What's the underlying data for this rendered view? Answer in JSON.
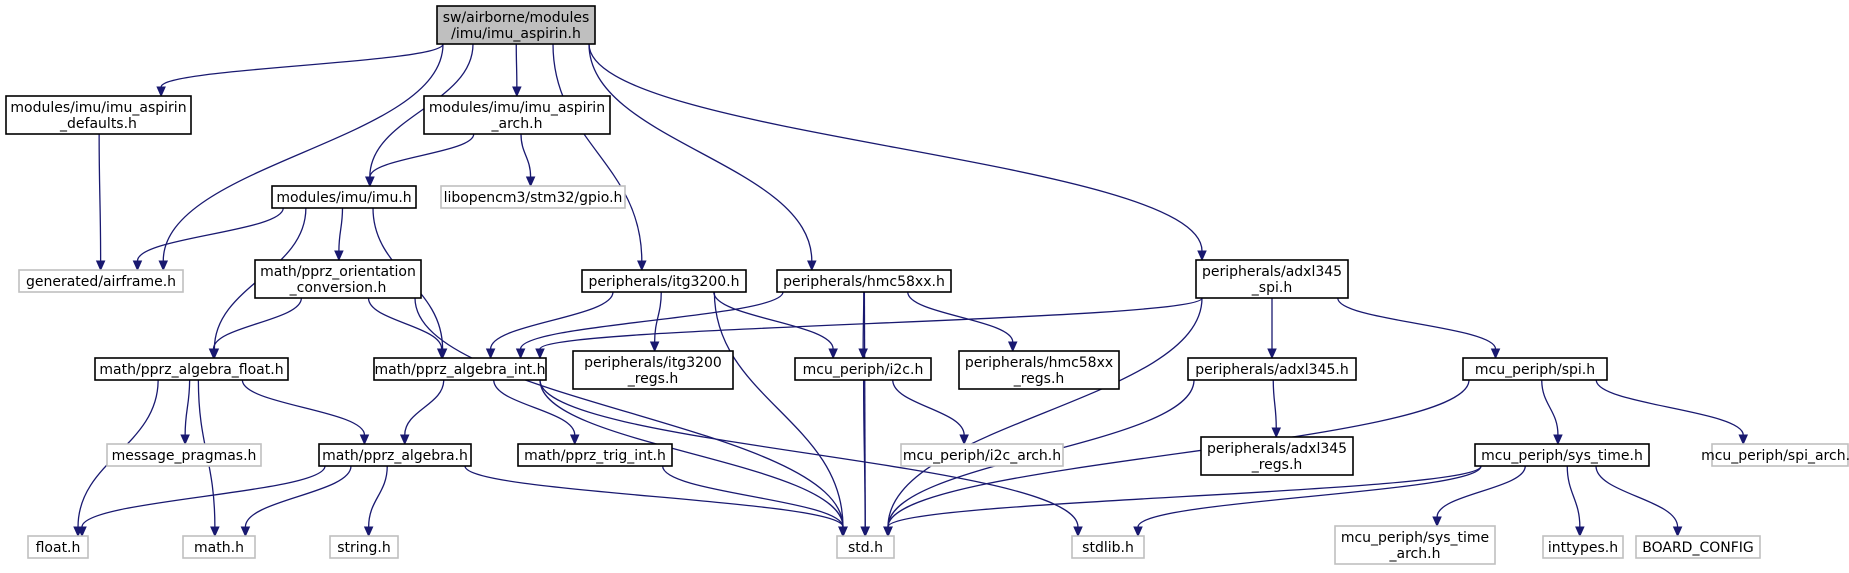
{
  "nodes": [
    {
      "id": "root",
      "lines": [
        "sw/airborne/modules",
        "/imu/imu_aspirin.h"
      ],
      "style": "root"
    },
    {
      "id": "defaults",
      "lines": [
        "modules/imu/imu_aspirin",
        "_defaults.h"
      ],
      "style": "solid"
    },
    {
      "id": "arch",
      "lines": [
        "modules/imu/imu_aspirin",
        "_arch.h"
      ],
      "style": "solid"
    },
    {
      "id": "imu",
      "lines": [
        "modules/imu/imu.h"
      ],
      "style": "solid"
    },
    {
      "id": "gpio",
      "lines": [
        "libopencm3/stm32/gpio.h"
      ],
      "style": "ghost"
    },
    {
      "id": "airframe",
      "lines": [
        "generated/airframe.h"
      ],
      "style": "ghost"
    },
    {
      "id": "orient",
      "lines": [
        "math/pprz_orientation",
        "_conversion.h"
      ],
      "style": "solid"
    },
    {
      "id": "itg",
      "lines": [
        "peripherals/itg3200.h"
      ],
      "style": "solid"
    },
    {
      "id": "hmc",
      "lines": [
        "peripherals/hmc58xx.h"
      ],
      "style": "solid"
    },
    {
      "id": "adxlspi",
      "lines": [
        "peripherals/adxl345",
        "_spi.h"
      ],
      "style": "solid"
    },
    {
      "id": "float",
      "lines": [
        "math/pprz_algebra_float.h"
      ],
      "style": "solid"
    },
    {
      "id": "int",
      "lines": [
        "math/pprz_algebra_int.h"
      ],
      "style": "solid"
    },
    {
      "id": "itgregs",
      "lines": [
        "peripherals/itg3200",
        "_regs.h"
      ],
      "style": "solid"
    },
    {
      "id": "i2c",
      "lines": [
        "mcu_periph/i2c.h"
      ],
      "style": "solid"
    },
    {
      "id": "hmcregs",
      "lines": [
        "peripherals/hmc58xx",
        "_regs.h"
      ],
      "style": "solid"
    },
    {
      "id": "adxl",
      "lines": [
        "peripherals/adxl345.h"
      ],
      "style": "solid"
    },
    {
      "id": "spi",
      "lines": [
        "mcu_periph/spi.h"
      ],
      "style": "solid"
    },
    {
      "id": "pragmas",
      "lines": [
        "message_pragmas.h"
      ],
      "style": "ghost"
    },
    {
      "id": "algebra",
      "lines": [
        "math/pprz_algebra.h"
      ],
      "style": "solid"
    },
    {
      "id": "trig",
      "lines": [
        "math/pprz_trig_int.h"
      ],
      "style": "solid"
    },
    {
      "id": "i2carch",
      "lines": [
        "mcu_periph/i2c_arch.h"
      ],
      "style": "ghost"
    },
    {
      "id": "adxlregs",
      "lines": [
        "peripherals/adxl345",
        "_regs.h"
      ],
      "style": "solid"
    },
    {
      "id": "systime",
      "lines": [
        "mcu_periph/sys_time.h"
      ],
      "style": "solid"
    },
    {
      "id": "spiarch",
      "lines": [
        "mcu_periph/spi_arch.h"
      ],
      "style": "ghost"
    },
    {
      "id": "floath",
      "lines": [
        "float.h"
      ],
      "style": "ghost"
    },
    {
      "id": "mathh",
      "lines": [
        "math.h"
      ],
      "style": "ghost"
    },
    {
      "id": "stringh",
      "lines": [
        "string.h"
      ],
      "style": "ghost"
    },
    {
      "id": "stdh",
      "lines": [
        "std.h"
      ],
      "style": "ghost"
    },
    {
      "id": "stdlibh",
      "lines": [
        "stdlib.h"
      ],
      "style": "ghost"
    },
    {
      "id": "systimearch",
      "lines": [
        "mcu_periph/sys_time",
        "_arch.h"
      ],
      "style": "ghost"
    },
    {
      "id": "inttypes",
      "lines": [
        "inttypes.h"
      ],
      "style": "ghost"
    },
    {
      "id": "board",
      "lines": [
        "BOARD_CONFIG"
      ],
      "style": "ghost"
    }
  ],
  "edges": [
    [
      "root",
      "defaults"
    ],
    [
      "root",
      "arch"
    ],
    [
      "root",
      "imu"
    ],
    [
      "root",
      "airframe"
    ],
    [
      "root",
      "itg"
    ],
    [
      "root",
      "hmc"
    ],
    [
      "root",
      "adxlspi"
    ],
    [
      "defaults",
      "airframe"
    ],
    [
      "arch",
      "imu"
    ],
    [
      "arch",
      "gpio"
    ],
    [
      "imu",
      "airframe"
    ],
    [
      "imu",
      "orient"
    ],
    [
      "imu",
      "float"
    ],
    [
      "imu",
      "int"
    ],
    [
      "orient",
      "float"
    ],
    [
      "orient",
      "int"
    ],
    [
      "orient",
      "stdh"
    ],
    [
      "itg",
      "int"
    ],
    [
      "itg",
      "itgregs"
    ],
    [
      "itg",
      "i2c"
    ],
    [
      "itg",
      "stdh"
    ],
    [
      "hmc",
      "int"
    ],
    [
      "hmc",
      "i2c"
    ],
    [
      "hmc",
      "hmcregs"
    ],
    [
      "hmc",
      "stdh"
    ],
    [
      "adxlspi",
      "int"
    ],
    [
      "adxlspi",
      "adxl"
    ],
    [
      "adxlspi",
      "spi"
    ],
    [
      "adxlspi",
      "stdh"
    ],
    [
      "float",
      "pragmas"
    ],
    [
      "float",
      "algebra"
    ],
    [
      "float",
      "floath"
    ],
    [
      "float",
      "mathh"
    ],
    [
      "int",
      "algebra"
    ],
    [
      "int",
      "trig"
    ],
    [
      "int",
      "stdh"
    ],
    [
      "int",
      "stdlibh"
    ],
    [
      "algebra",
      "floath"
    ],
    [
      "algebra",
      "mathh"
    ],
    [
      "algebra",
      "stringh"
    ],
    [
      "algebra",
      "stdh"
    ],
    [
      "trig",
      "stdh"
    ],
    [
      "i2c",
      "i2carch"
    ],
    [
      "i2c",
      "stdh"
    ],
    [
      "adxl",
      "adxlregs"
    ],
    [
      "adxl",
      "stdh"
    ],
    [
      "spi",
      "systime"
    ],
    [
      "spi",
      "spiarch"
    ],
    [
      "spi",
      "stdh"
    ],
    [
      "systime",
      "stdh"
    ],
    [
      "systime",
      "stdlibh"
    ],
    [
      "systime",
      "systimearch"
    ],
    [
      "systime",
      "inttypes"
    ],
    [
      "systime",
      "board"
    ]
  ],
  "colors": {
    "edge": "#191970",
    "solid_border": "#000000",
    "ghost_border": "#bfbfbf",
    "root_fill": "#bfbfbf"
  }
}
